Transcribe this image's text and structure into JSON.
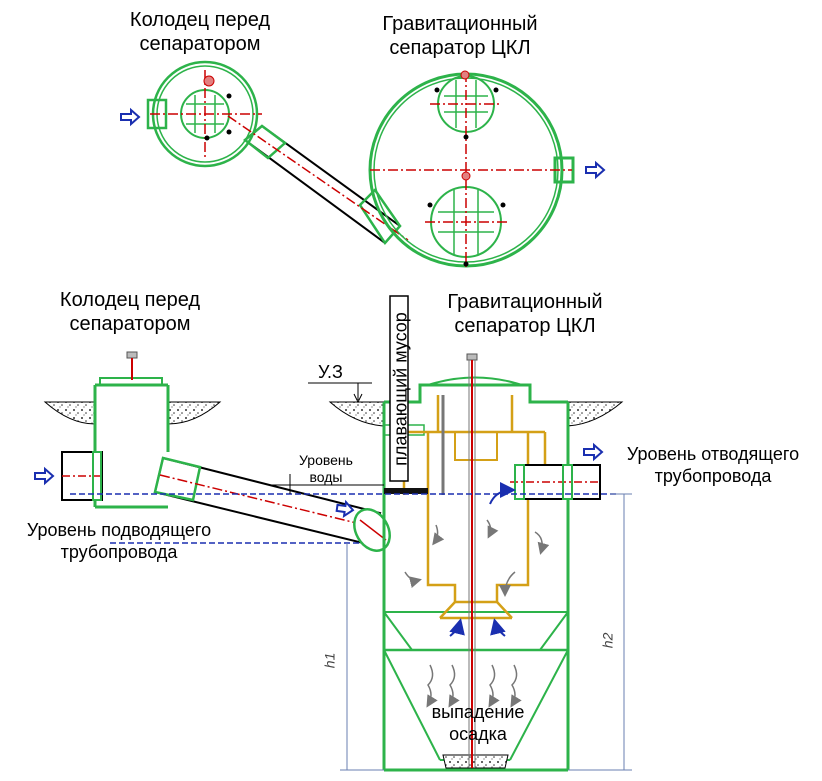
{
  "top_view": {
    "well_title_line1": "Колодец перед",
    "well_title_line2": "сепаратором",
    "separator_title_line1": "Гравитационный",
    "separator_title_line2": "сепаратор ЦКЛ"
  },
  "side_view": {
    "well_title_line1": "Колодец перед",
    "well_title_line2": "сепаратором",
    "separator_title_line1": "Гравитационный",
    "separator_title_line2": "сепаратор ЦКЛ",
    "mark_uz": "У.З",
    "water_level_line1": "Уровень",
    "water_level_line2": "воды",
    "floating_debris": "плавающий мусор",
    "outlet_level_line1": "Уровень отводящего",
    "outlet_level_line2": "трубопровода",
    "inlet_level_line1": "Уровень подводящего",
    "inlet_level_line2": "трубопровода",
    "sediment_line1": "выпадение",
    "sediment_line2": "осадка",
    "h1": "h1",
    "h2": "h2"
  },
  "colors": {
    "structure": "#2db34a",
    "insert": "#d4a017",
    "axis": "#cc0000",
    "arrow": "#1a2fb0",
    "dim": "#6a7fb0",
    "pipe": "#000000"
  },
  "icons": [
    "flow-arrow-icon"
  ]
}
